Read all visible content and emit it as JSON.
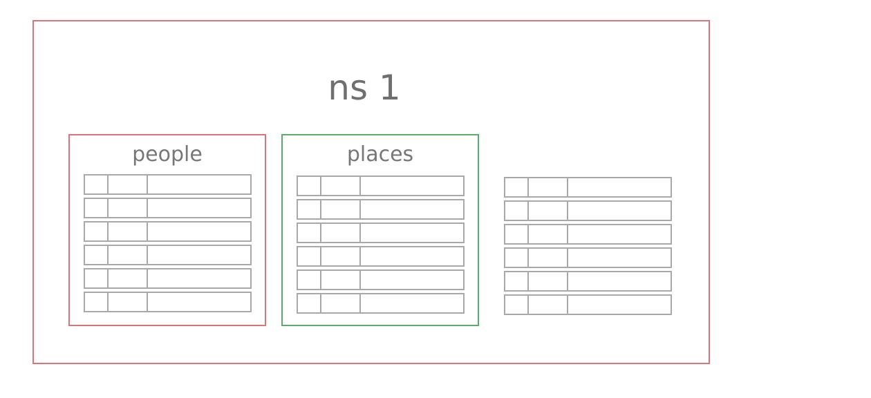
{
  "namespace": {
    "title": "ns 1",
    "border_color": "#d9747c"
  },
  "collections": [
    {
      "label": "people",
      "border_color": "#d9747c",
      "rows": 6
    },
    {
      "label": "places",
      "border_color": "#5cab6e",
      "rows": 6
    },
    {
      "label": "",
      "border_color": null,
      "rows": 6
    }
  ],
  "colors": {
    "table_line": "#a8a8a8",
    "text": "#6f6f6f"
  }
}
